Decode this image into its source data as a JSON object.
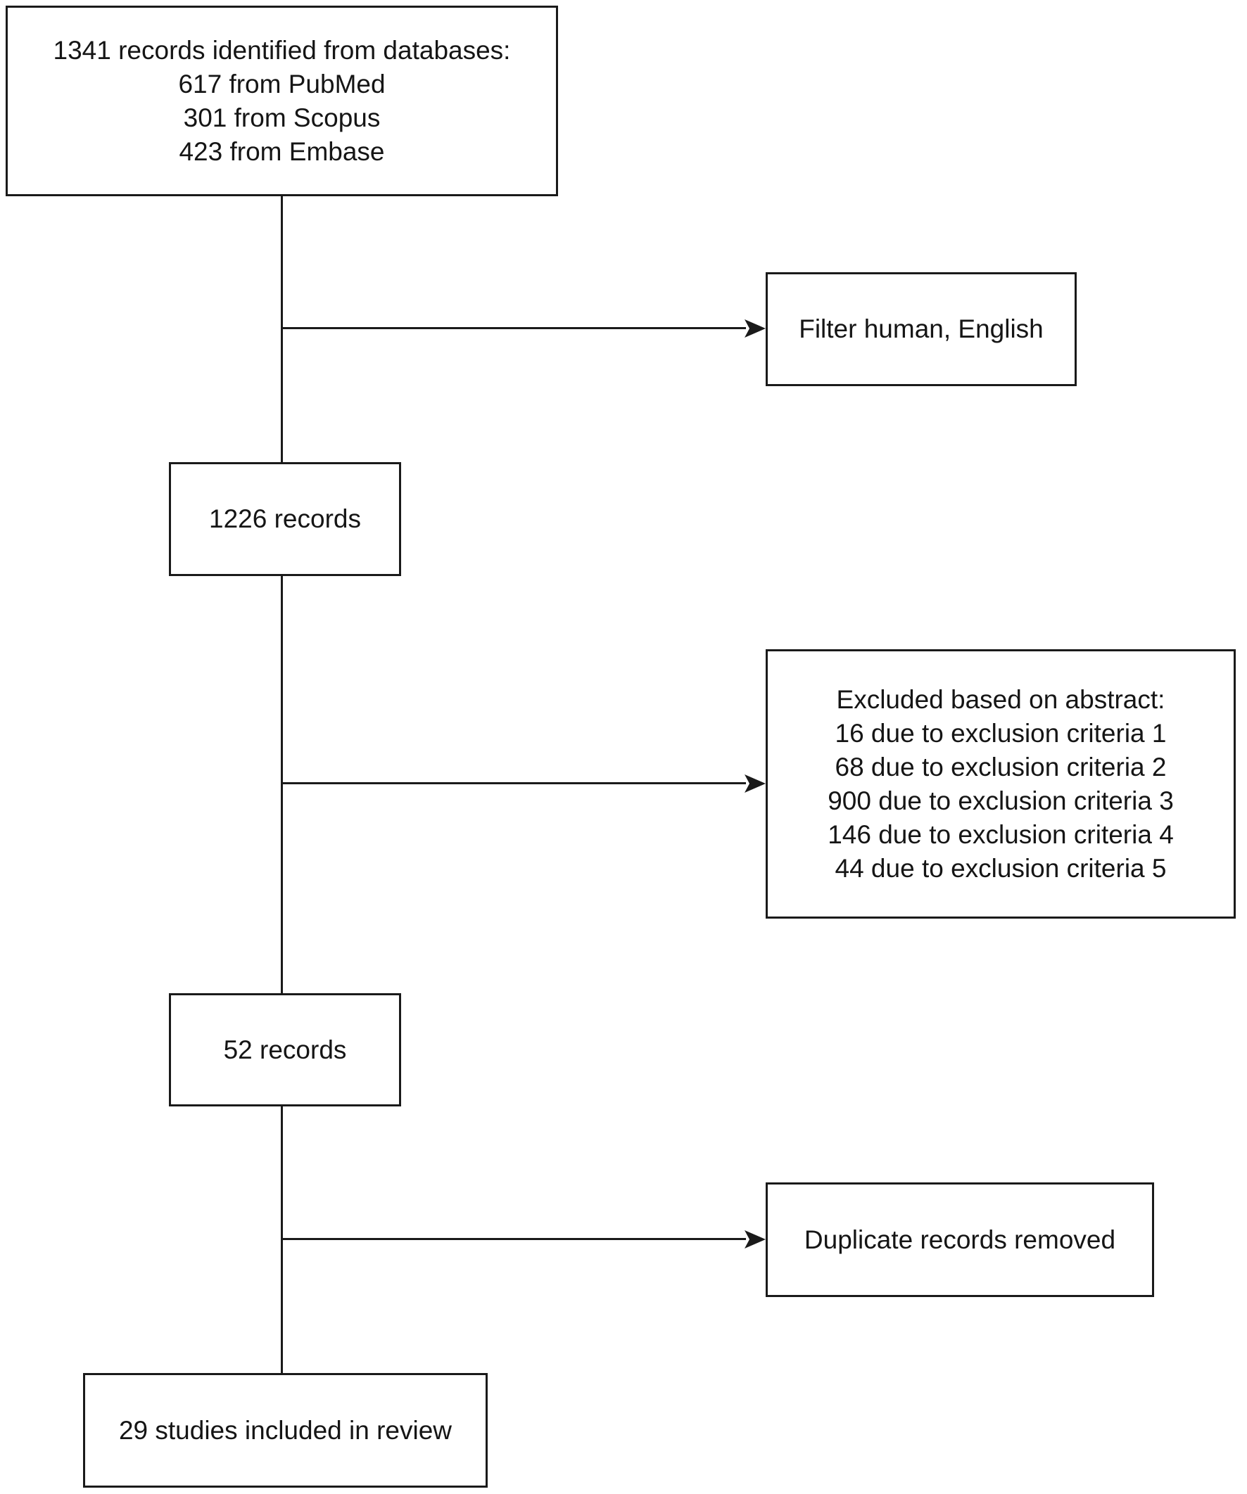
{
  "diagram": {
    "background_color": "#ffffff",
    "line_color": "#1a1a1a",
    "text_color": "#151515",
    "nodes": {
      "identified": {
        "lines": [
          "1341 records identified from databases:",
          "617 from PubMed",
          "301 from Scopus",
          "423 from Embase"
        ]
      },
      "filter": {
        "label": "Filter human, English"
      },
      "records_1226": {
        "label": "1226 records"
      },
      "excluded": {
        "lines": [
          "Excluded based on abstract:",
          "16 due to exclusion criteria 1",
          "68 due to exclusion criteria 2",
          "900 due to exclusion criteria 3",
          "146 due to exclusion criteria 4",
          "44 due to exclusion criteria 5"
        ]
      },
      "records_52": {
        "label": "52 records"
      },
      "duplicates": {
        "label": "Duplicate records removed"
      },
      "included": {
        "label": "29 studies included in review"
      }
    }
  }
}
